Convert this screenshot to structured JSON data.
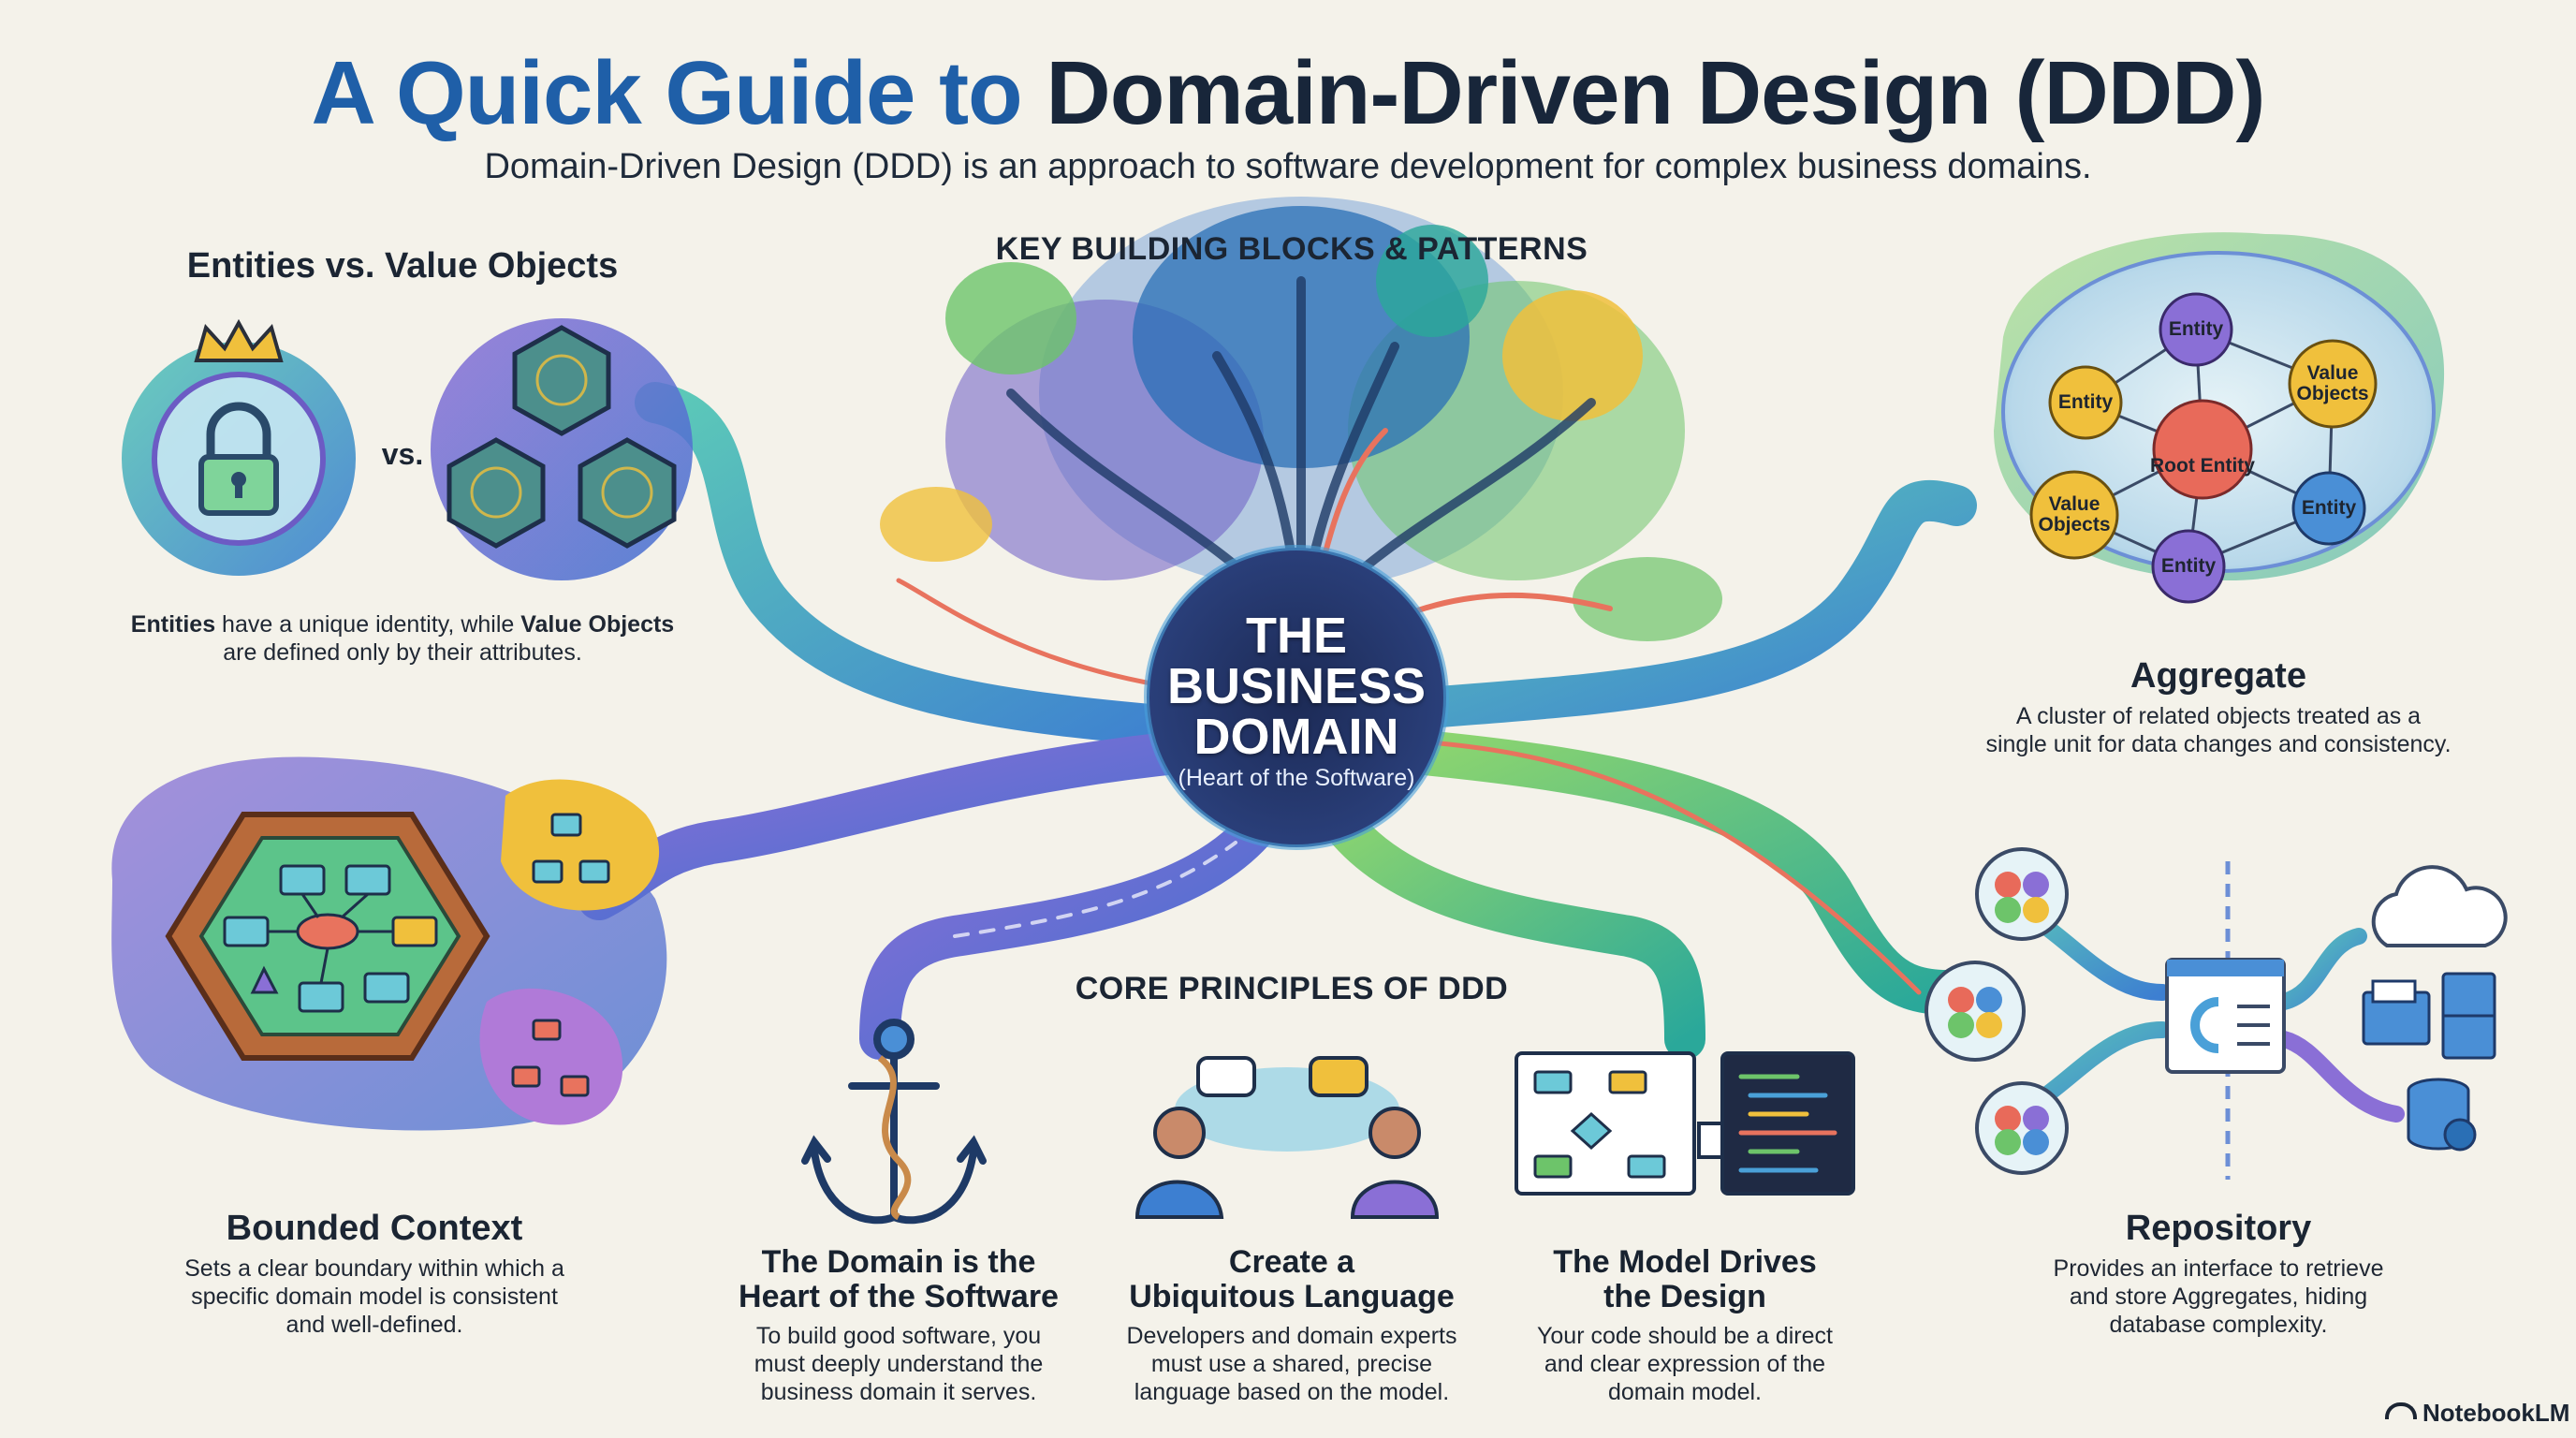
{
  "header": {
    "title_part1": "A Quick Guide to",
    "title_part2": "Domain-Driven Design (DDD)",
    "subtitle": "Domain-Driven Design (DDD) is an approach to software development for complex business domains."
  },
  "sections": {
    "building_blocks": "KEY BUILDING BLOCKS & PATTERNS",
    "core_principles": "CORE PRINCIPLES OF DDD"
  },
  "center": {
    "title_line1": "THE",
    "title_line2": "BUSINESS",
    "title_line3": "DOMAIN",
    "subtitle": "(Heart of the Software)"
  },
  "entities_vs_value": {
    "title": "Entities vs. Value Objects",
    "vs_label": "vs.",
    "desc_entities": "Entities",
    "desc_mid": " have a unique identity, while ",
    "desc_value_objects": "Value Objects",
    "desc_end": "are defined only by their attributes."
  },
  "aggregate": {
    "title": "Aggregate",
    "desc_line1": "A cluster of related objects treated as a",
    "desc_line2": "single unit for data changes and consistency.",
    "nodes": {
      "root": "Root Entity",
      "entity_top": "Entity",
      "entity_left": "Entity",
      "value_right": "Value Objects",
      "value_left": "Value Objects",
      "entity_right": "Entity",
      "entity_bottom": "Entity"
    }
  },
  "bounded_context": {
    "title": "Bounded Context",
    "desc_line1": "Sets a clear boundary within which a",
    "desc_line2": "specific domain model is consistent",
    "desc_line3": "and well-defined."
  },
  "repository": {
    "title": "Repository",
    "desc_line1": "Provides an interface to retrieve",
    "desc_line2": "and store Aggregates, hiding",
    "desc_line3": "database complexity."
  },
  "principles": [
    {
      "title_line1": "The Domain is the",
      "title_line2": "Heart of the Software",
      "desc_line1": "To build good software, you",
      "desc_line2": "must deeply understand the",
      "desc_line3": "business domain it serves."
    },
    {
      "title_line1": "Create a",
      "title_line2": "Ubiquitous Language",
      "desc_line1": "Developers and domain experts",
      "desc_line2": "must use a shared, precise",
      "desc_line3": "language based on the model."
    },
    {
      "title_line1": "The Model Drives",
      "title_line2": "the Design",
      "desc_line1": "Your code should be a direct",
      "desc_line2": "and clear expression of the",
      "desc_line3": "domain model."
    }
  ],
  "brand": {
    "name": "NotebookLM"
  },
  "colors": {
    "title_blue": "#1f5fa8",
    "title_dark": "#18263a",
    "teal": "#2aa89a",
    "purple": "#6c5bc4",
    "green": "#6dc46a",
    "blue": "#3d7fd1",
    "yellow": "#f0c03c",
    "coral": "#e8735e"
  },
  "icons": [
    "lock-icon",
    "crown-icon",
    "hexagon-icon",
    "anchor-icon",
    "speech-bubble-icon",
    "flowchart-icon",
    "code-window-icon",
    "cloud-icon",
    "database-icon",
    "folder-icon",
    "cabinet-icon",
    "notebooklm-icon"
  ]
}
